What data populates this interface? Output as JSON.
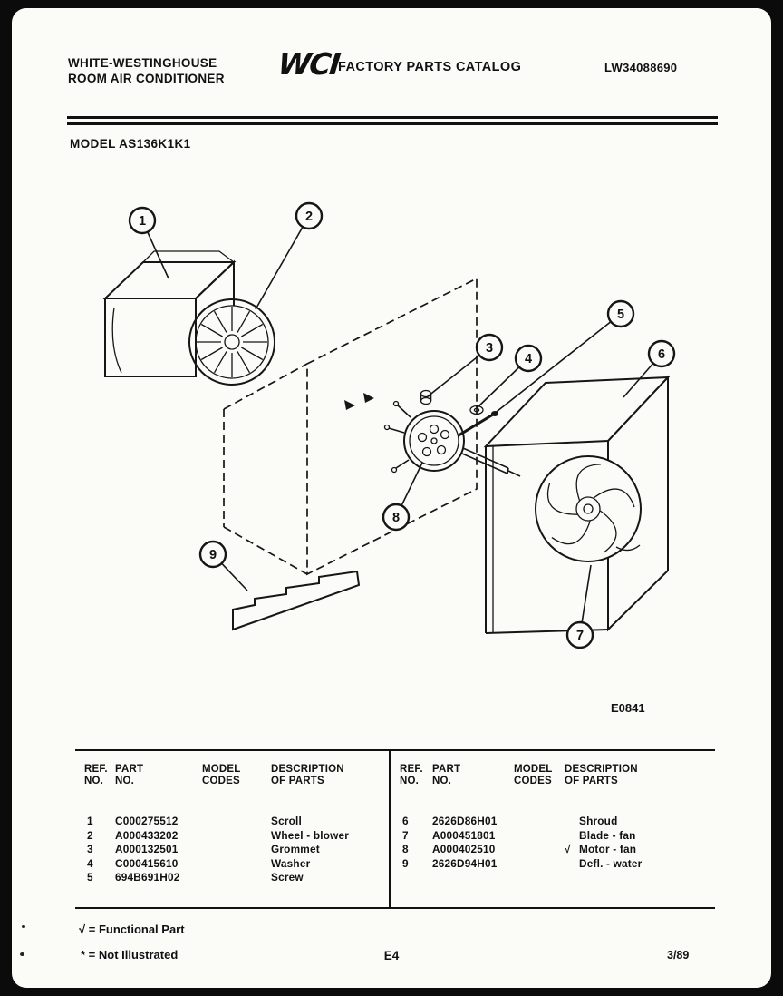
{
  "header": {
    "brand_line1": "WHITE-WESTINGHOUSE",
    "brand_line2": "ROOM AIR CONDITIONER",
    "logo_text": "WCI",
    "catalog_title": "FACTORY PARTS CATALOG",
    "publication_number": "LW34088690"
  },
  "model_label": "MODEL AS136K1K1",
  "diagram": {
    "figure_code": "E0841",
    "callouts": [
      "1",
      "2",
      "3",
      "4",
      "5",
      "6",
      "7",
      "8",
      "9"
    ]
  },
  "table": {
    "headers": {
      "ref": "REF.\nNO.",
      "part": "PART\nNO.",
      "model": "MODEL\nCODES",
      "desc": "DESCRIPTION\nOF PARTS"
    },
    "left_rows": [
      {
        "ref": "1",
        "part_no": "C000275512",
        "model_code": "",
        "description": "Scroll"
      },
      {
        "ref": "2",
        "part_no": "A000433202",
        "model_code": "",
        "description": "Wheel - blower"
      },
      {
        "ref": "3",
        "part_no": "A000132501",
        "model_code": "",
        "description": "Grommet"
      },
      {
        "ref": "4",
        "part_no": "C000415610",
        "model_code": "",
        "description": "Washer"
      },
      {
        "ref": "5",
        "part_no": "694B691H02",
        "model_code": "",
        "description": "Screw"
      }
    ],
    "right_rows": [
      {
        "ref": "6",
        "part_no": "2626D86H01",
        "model_code": "",
        "flag": "",
        "description": "Shroud"
      },
      {
        "ref": "7",
        "part_no": "A000451801",
        "model_code": "",
        "flag": "",
        "description": "Blade - fan"
      },
      {
        "ref": "8",
        "part_no": "A000402510",
        "model_code": "",
        "flag": "√",
        "description": "Motor - fan"
      },
      {
        "ref": "9",
        "part_no": "2626D94H01",
        "model_code": "",
        "flag": "",
        "description": "Defl. - water"
      }
    ]
  },
  "footer": {
    "legend_functional": "√ = Functional Part",
    "legend_not_illustrated": "* = Not Illustrated",
    "page_number": "E4",
    "revision_date": "3/89"
  }
}
